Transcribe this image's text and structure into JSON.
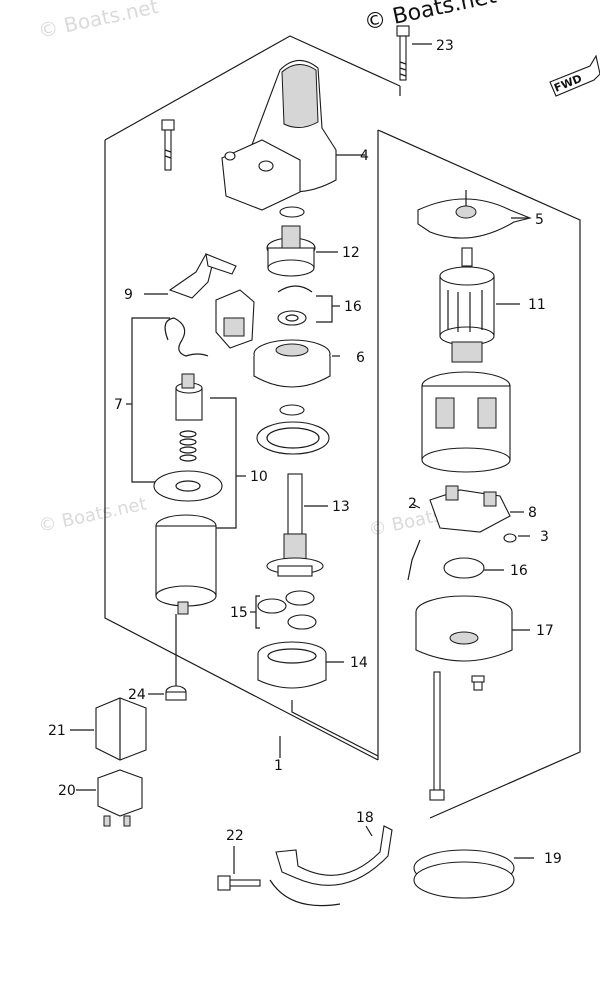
{
  "watermark": {
    "top_left": "© Boats.net",
    "top_right": "© Boats.net",
    "mid_left": "© Boats.net",
    "mid_right": "© Boats.net"
  },
  "direction_badge": "FWD",
  "callouts": {
    "p1": "1",
    "p2": "2",
    "p3": "3",
    "p4": "4",
    "p5": "5",
    "p6": "6",
    "p7": "7",
    "p8": "8",
    "p9": "9",
    "p10": "10",
    "p11": "11",
    "p12": "12",
    "p13": "13",
    "p14": "14",
    "p15": "15",
    "p16a": "16",
    "p16b": "16",
    "p17": "17",
    "p18": "18",
    "p19": "19",
    "p20": "20",
    "p21": "21",
    "p22": "22",
    "p23": "23",
    "p24": "24"
  }
}
